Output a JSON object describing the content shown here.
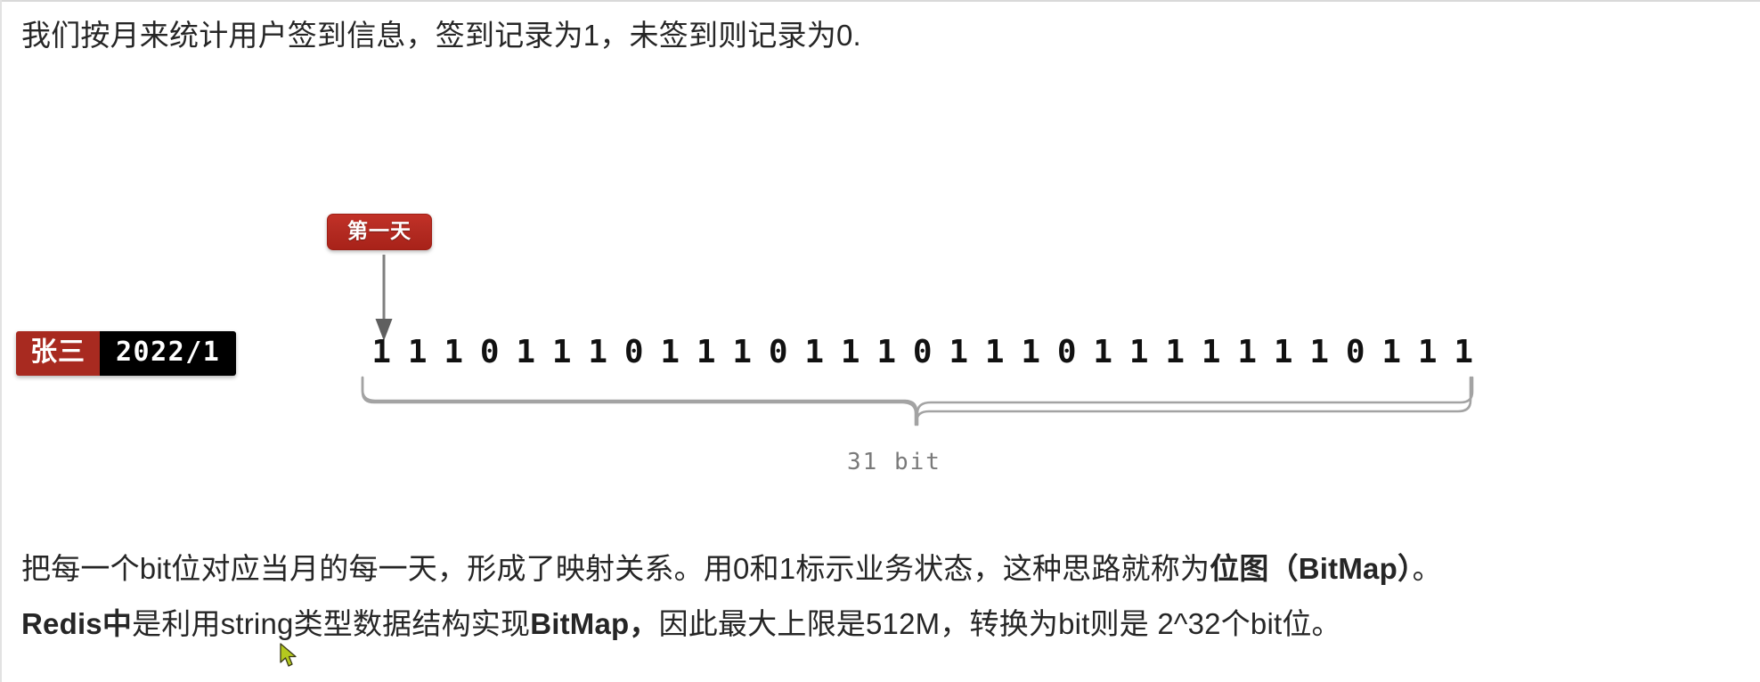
{
  "intro": {
    "text": "我们按月来统计用户签到信息，签到记录为1，未签到则记录为0."
  },
  "diagram": {
    "day_badge_label": "第一天",
    "arrow_name": "down-arrow",
    "user_chip": {
      "name": "张三",
      "month": "2022/1"
    },
    "bits": [
      "1",
      "1",
      "1",
      "0",
      "1",
      "1",
      "1",
      "0",
      "1",
      "1",
      "1",
      "0",
      "1",
      "1",
      "1",
      "0",
      "1",
      "1",
      "1",
      "0",
      "1",
      "1",
      "1",
      "1",
      "1",
      "1",
      "1",
      "0",
      "1",
      "1",
      "1"
    ],
    "bit_string": "1110111011101110111011111110111",
    "brace_caption": "31 bit",
    "colors": {
      "badge_red": "#b42b22",
      "chip_red": "#a82a20",
      "chip_black": "#000000",
      "brace_gray": "#9a9a9a",
      "caption_gray": "#7a7a7a"
    }
  },
  "body": {
    "line1": {
      "part1": "把每一个bit位对应当月的每一天，形成了映射关系。用0和1标示业务状态，这种思路就称为",
      "bold1": "位图（BitMap）",
      "part2": "。"
    },
    "line2": {
      "bold1": "Redis中",
      "part1": "是利用string类型数据结构实现",
      "bold2": "BitMap，",
      "part2": "因此最大上限是512M，转换为bit则是 2^32个bit位。"
    }
  },
  "cursor": {
    "name": "mouse-pointer"
  }
}
